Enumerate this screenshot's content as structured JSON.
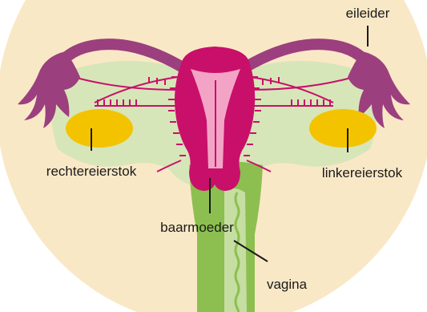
{
  "labels": {
    "fallopian_tube": "eileider",
    "right_ovary": "rechtereierstok",
    "left_ovary": "linkereierstok",
    "uterus": "baarmoeder",
    "vagina": "vagina"
  },
  "colors": {
    "background_disc": "#f9e8c6",
    "tissue": "#d7e6b8",
    "tube": "#9c3f7e",
    "uterus": "#c8106a",
    "uterus_lining": "#f3a4c6",
    "ovary": "#f3c300",
    "vagina_outer": "#8cbf4f",
    "vagina_inner": "#c6dea1",
    "line": "#1a1a1a"
  }
}
